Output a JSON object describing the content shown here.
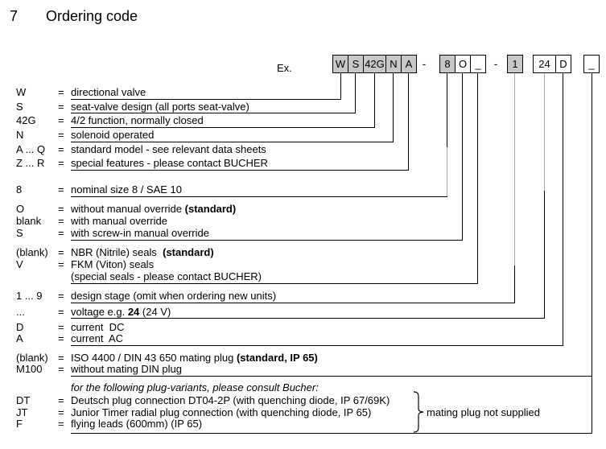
{
  "heading": {
    "number": "7",
    "title": "Ordering code"
  },
  "example": {
    "label": "Ex.",
    "separator": "-",
    "boxes": [
      {
        "label": "W",
        "shaded": true
      },
      {
        "label": "S",
        "shaded": true
      },
      {
        "label": "42G",
        "shaded": true
      },
      {
        "label": "N",
        "shaded": true
      },
      {
        "label": "A",
        "shaded": true
      },
      {
        "label": "8",
        "shaded": true
      },
      {
        "label": "O",
        "shaded": false
      },
      {
        "label": "_",
        "shaded": false
      },
      {
        "label": "1",
        "shaded": true
      },
      {
        "label": "24",
        "shaded": false
      },
      {
        "label": "D",
        "shaded": false
      },
      {
        "label": "_",
        "shaded": false
      }
    ]
  },
  "equals_sign": "=",
  "rows": [
    {
      "code": "W",
      "desc": "directional valve"
    },
    {
      "code": "S",
      "desc": "seat-valve design (all ports seat-valve)"
    },
    {
      "code": "42G",
      "desc": "4/2 function, normally closed"
    },
    {
      "code": "N",
      "desc": "solenoid operated"
    },
    {
      "code": "A ... Q",
      "desc": "standard model - see relevant data sheets"
    },
    {
      "code": "Z ... R",
      "desc": "special features - please contact BUCHER"
    },
    {
      "code": "8",
      "desc": "nominal size 8 / SAE 10"
    },
    {
      "code": "O",
      "desc": "without manual override ",
      "desc_bold": "(standard)"
    },
    {
      "code": "blank",
      "desc": "with manual override"
    },
    {
      "code": "S",
      "desc": "with screw-in manual override"
    },
    {
      "code": "(blank)",
      "desc": "NBR (Nitrile) seals  ",
      "desc_bold": "(standard)"
    },
    {
      "code": "V",
      "desc": "FKM (Viton) seals"
    },
    {
      "code": "",
      "desc": "(special seals - please contact BUCHER)"
    },
    {
      "code": "1 ... 9",
      "desc": "design stage (omit when ordering new units)"
    },
    {
      "code": "...",
      "desc": "voltage e.g. ",
      "desc_bold": "24",
      "desc_after": " (24 V)"
    },
    {
      "code": "D",
      "desc": "current  DC"
    },
    {
      "code": "A",
      "desc": "current  AC"
    },
    {
      "code": "(blank)",
      "desc": "ISO 4400 / DIN 43 650 mating plug ",
      "desc_bold": "(standard, IP 65)"
    },
    {
      "code": "M100",
      "desc": "without mating DIN plug"
    }
  ],
  "plug_section": {
    "note": "for the following plug-variants, please consult Bucher:",
    "rows": [
      {
        "code": "DT",
        "desc": "Deutsch plug connection DT04-2P (with quenching diode, IP 67/69K)"
      },
      {
        "code": "JT",
        "desc": "Junior Timer radial plug connection (with quenching diode, IP 65)"
      },
      {
        "code": "F",
        "desc": "flying leads (600mm) (IP 65)"
      }
    ],
    "brace_label": "mating plug not supplied"
  },
  "colors": {
    "box_shade": "#c8c8c8",
    "line_black": "#000000",
    "line_gray": "#aaaaaa"
  }
}
